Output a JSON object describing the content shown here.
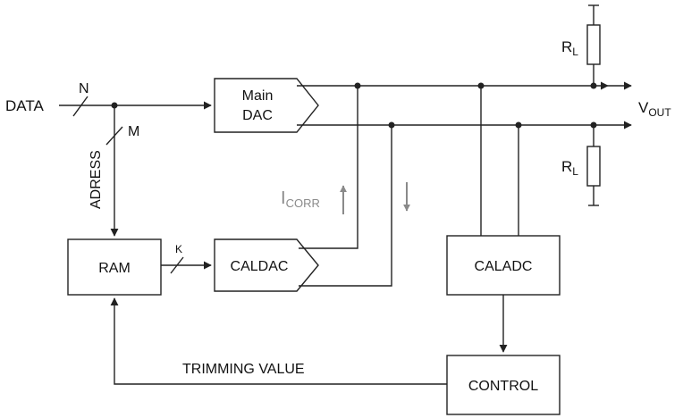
{
  "signals": {
    "data": "DATA",
    "n": "N",
    "m": "M",
    "k": "K",
    "adress": "ADRESS",
    "vout_main": "V",
    "vout_sub": "OUT",
    "rl_main": "R",
    "rl_sub": "L",
    "icorr_main": "I",
    "icorr_sub": "CORR",
    "trimming_value": "TRIMMING VALUE"
  },
  "blocks": {
    "main_dac_line1": "Main",
    "main_dac_line2": "DAC",
    "ram": "RAM",
    "caldac": "CALDAC",
    "caladc": "CALADC",
    "control": "CONTROL"
  },
  "colors": {
    "line": "#222222",
    "correction_arrow": "#8a8a8a"
  }
}
